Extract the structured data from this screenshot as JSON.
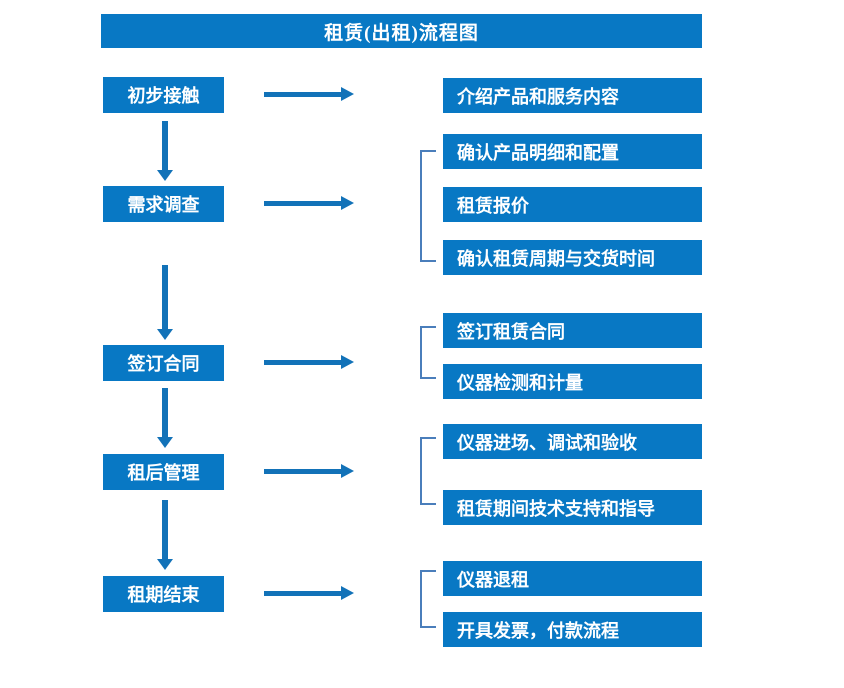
{
  "header": {
    "title": "租赁(出租)流程图"
  },
  "colors": {
    "box_fill": "#0878C4",
    "box_text": "#FFFFFF",
    "arrow": "#1272B8",
    "bracket": "#4A7EBB",
    "background": "#FFFFFF"
  },
  "stages": [
    {
      "label": "初步接触"
    },
    {
      "label": "需求调查"
    },
    {
      "label": "签订合同"
    },
    {
      "label": "租后管理"
    },
    {
      "label": "租期结束"
    }
  ],
  "details": [
    {
      "label": "介绍产品和服务内容"
    },
    {
      "label": "确认产品明细和配置"
    },
    {
      "label": "租赁报价"
    },
    {
      "label": "确认租赁周期与交货时间"
    },
    {
      "label": "签订租赁合同"
    },
    {
      "label": "仪器检测和计量"
    },
    {
      "label": "仪器进场、调试和验收"
    },
    {
      "label": "租赁期间技术支持和指导"
    },
    {
      "label": "仪器退租"
    },
    {
      "label": "开具发票，付款流程"
    }
  ],
  "connectors": {
    "down_arrow_name": "down-arrow-icon",
    "right_arrow_name": "right-arrow-icon",
    "bracket_name": "group-bracket"
  }
}
